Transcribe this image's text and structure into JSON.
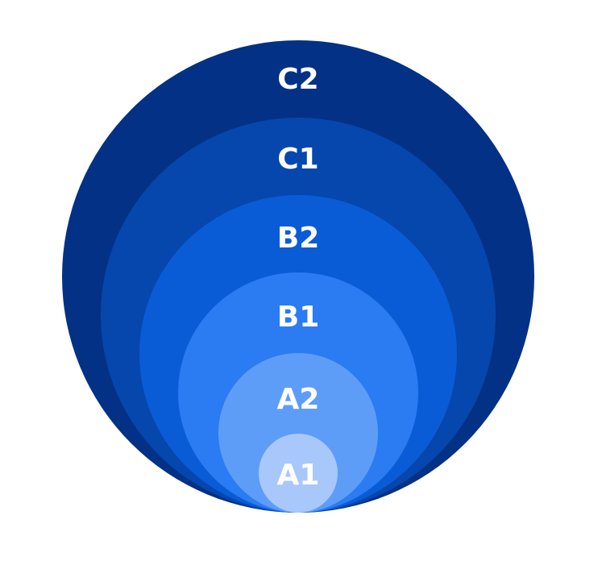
{
  "diagram": {
    "levels": [
      {
        "label": "C2",
        "color": "#033185"
      },
      {
        "label": "C1",
        "color": "#0547AD"
      },
      {
        "label": "B2",
        "color": "#0A5CD6"
      },
      {
        "label": "B1",
        "color": "#2B7BF2"
      },
      {
        "label": "A2",
        "color": "#5D9DF8"
      },
      {
        "label": "A1",
        "color": "#A8C8FB"
      }
    ]
  }
}
